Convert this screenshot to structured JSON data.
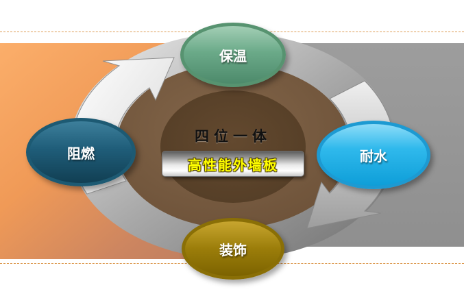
{
  "diagram": {
    "center": {
      "title": "四位一体",
      "subtitle": "高性能外墙板",
      "subtitle_color": "#FFFF00"
    },
    "nodes": [
      {
        "position": "top",
        "label": "保温",
        "color": "#5E9C78"
      },
      {
        "position": "right",
        "label": "耐水",
        "color": "#1BA6DE"
      },
      {
        "position": "bottom",
        "label": "装饰",
        "color": "#8F7208"
      },
      {
        "position": "left",
        "label": "阻燃",
        "color": "#1B5A74"
      }
    ],
    "arrows": [
      {
        "direction": "up-left-clockwise",
        "color": "#FFFFFF"
      },
      {
        "direction": "down-right-clockwise",
        "color": "#C9C9C9"
      }
    ],
    "accent_colors": {
      "band_gray": "#8F8F8F",
      "panel_orange": "#F09A57",
      "ring_silver": "#ACACAC",
      "ring_brown": "#73573E",
      "ring_core_brown": "#5D4730",
      "divider_orange": "#DD9A50"
    }
  }
}
